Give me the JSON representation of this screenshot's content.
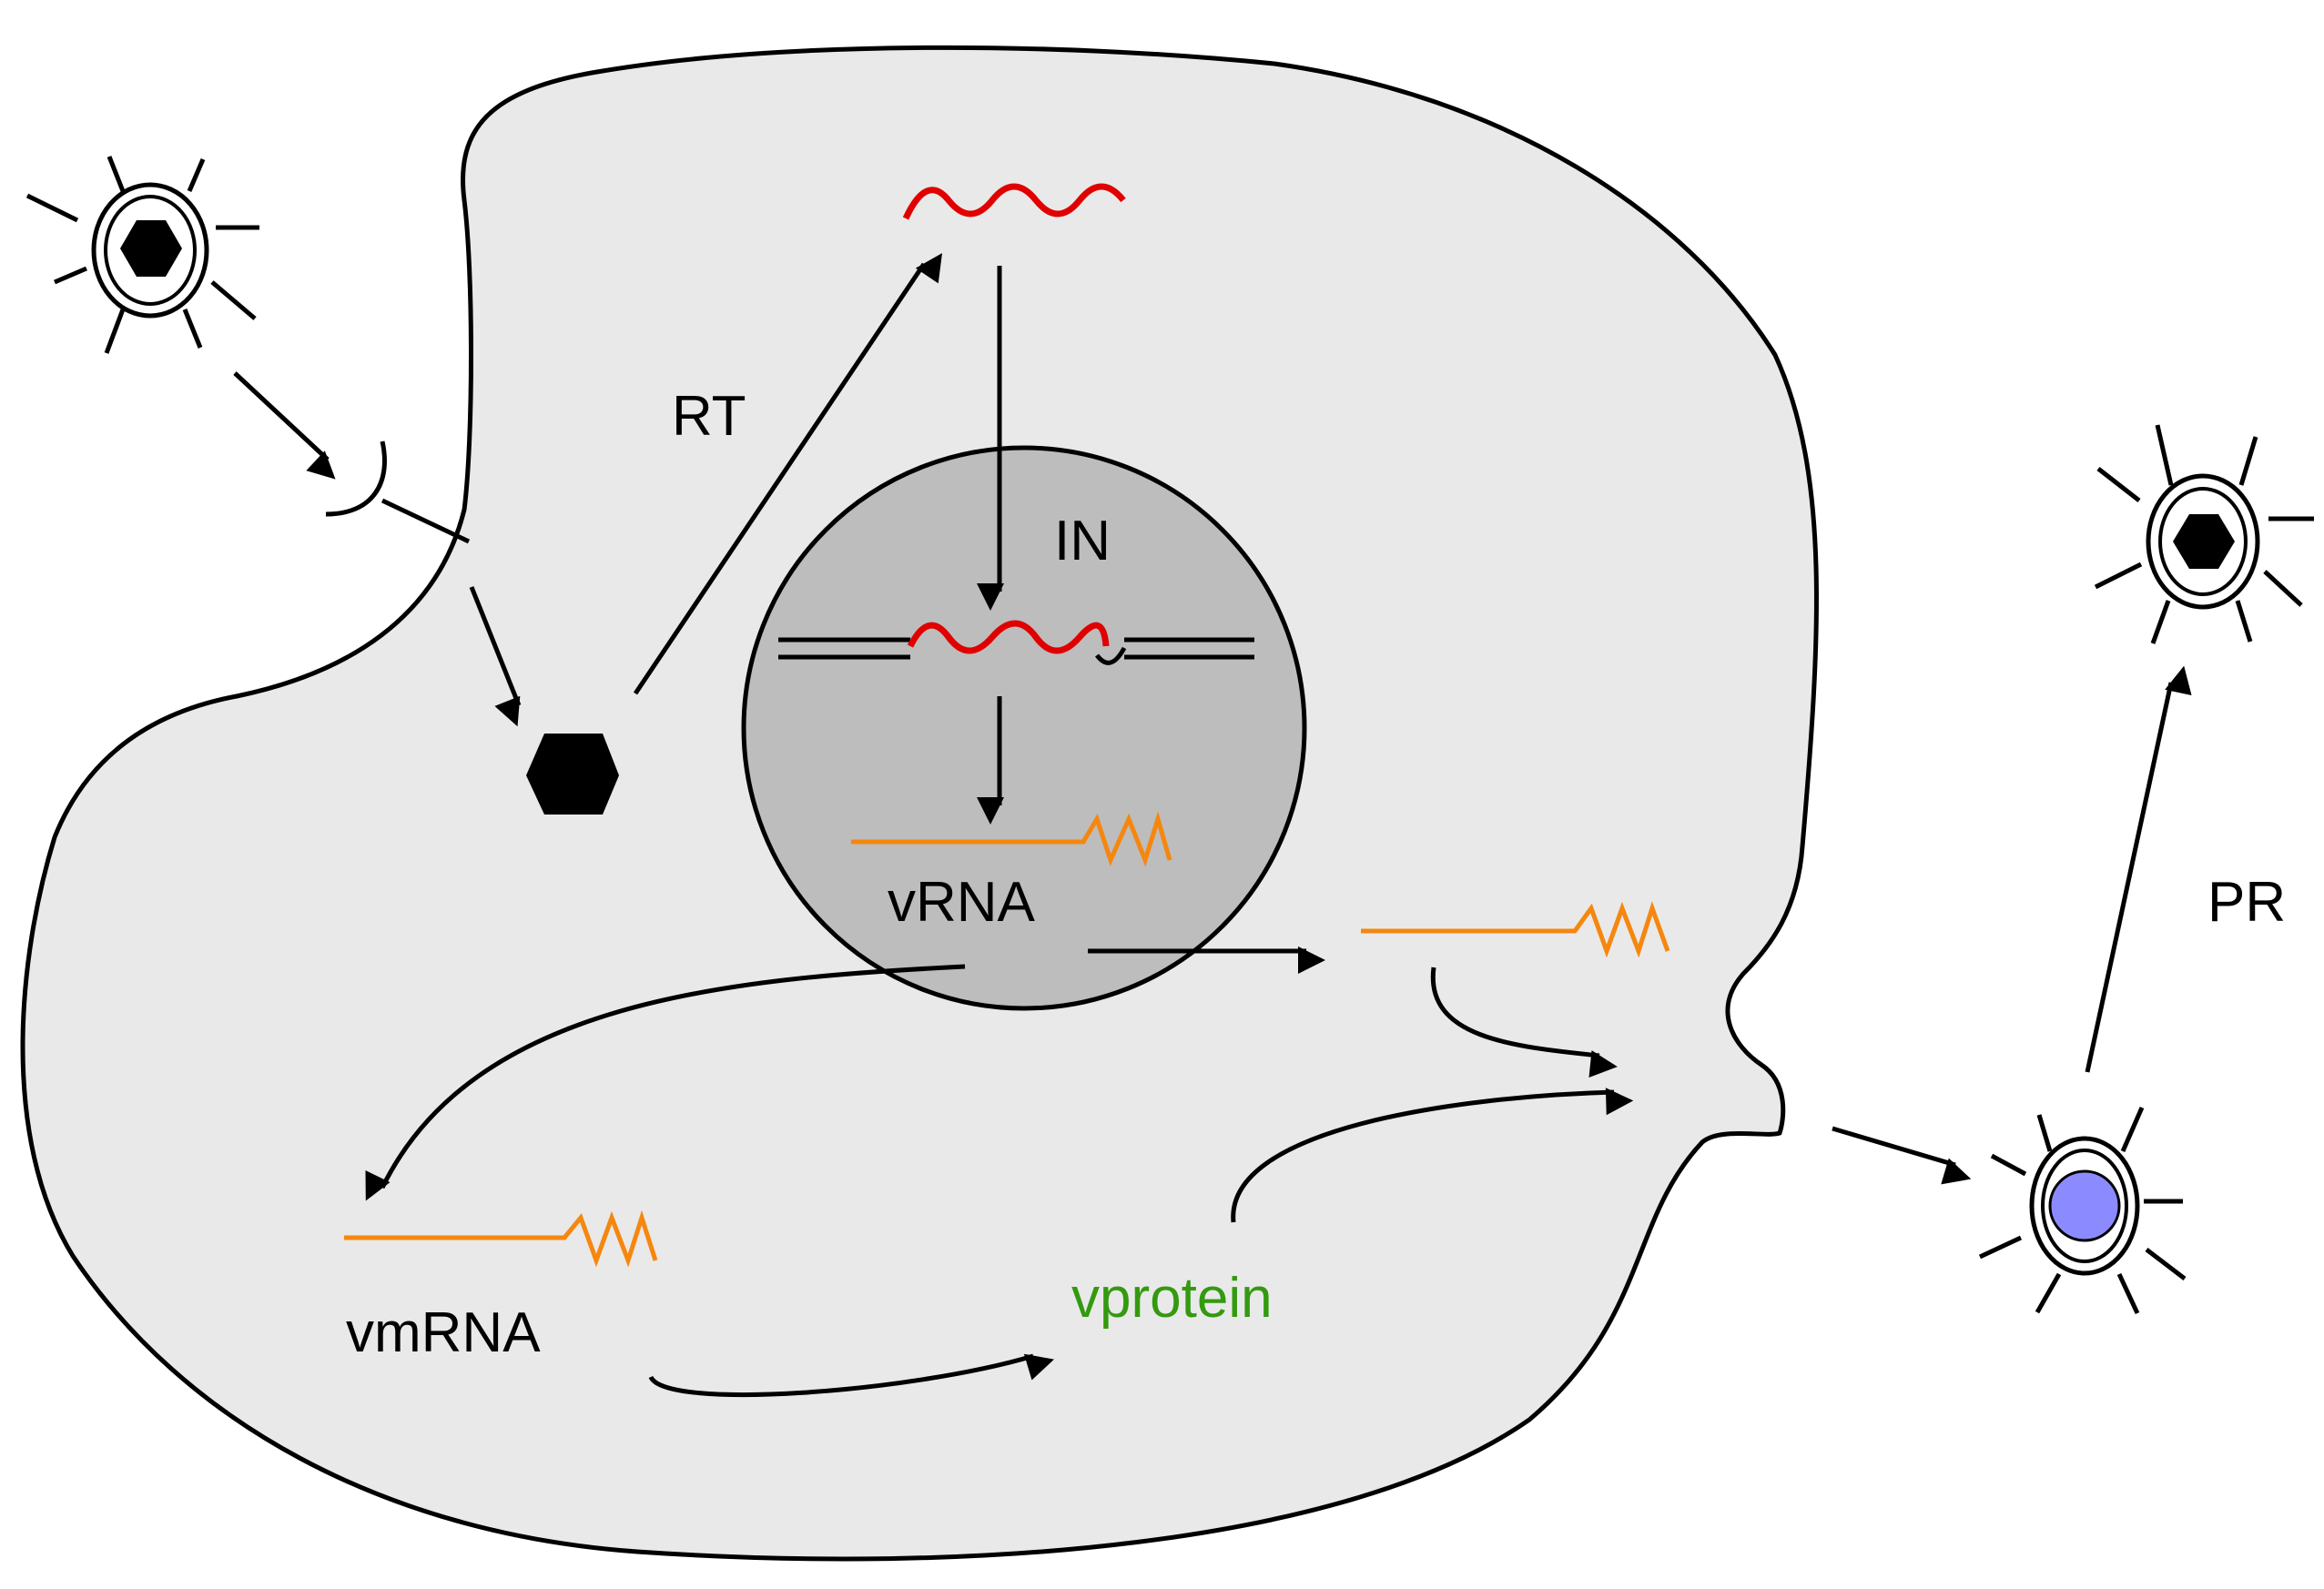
{
  "labels": {
    "rt": "RT",
    "in": "IN",
    "vrna": "vRNA",
    "vmrna": "vmRNA",
    "vprotein": "vprotein",
    "pr": "PR"
  },
  "colors": {
    "cell": "#e9e9e9",
    "nucleus": "#bdbdbd",
    "viral_rna": "#e00000",
    "transcript": "#f5870f",
    "protein_text": "#339a10",
    "immature_core": "#8b8bff"
  }
}
